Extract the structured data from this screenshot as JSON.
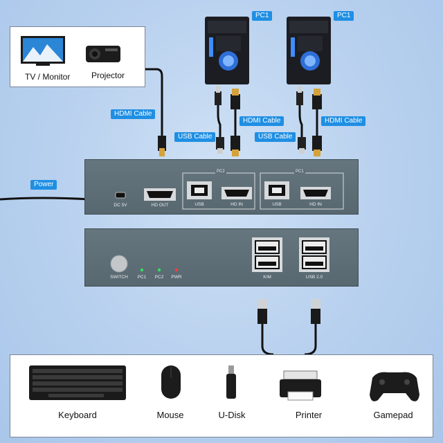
{
  "displays": [
    {
      "label": "TV / Monitor"
    },
    {
      "label": "Projector"
    }
  ],
  "computers": [
    {
      "tag": "PC1"
    },
    {
      "tag": "PC1"
    }
  ],
  "cable_tags": {
    "hdmi_left": "HDMI Cable",
    "hdmi_pc2": "HDMI Cable",
    "usb_pc2": "USB Cable",
    "hdmi_pc1": "HDMI Cable",
    "usb_pc1": "USB Cable",
    "power": "Power"
  },
  "rear_panel": {
    "dc": "DC 5V",
    "hd_out": "HD OUT",
    "pc2_group": "PC2",
    "pc1_group": "PC1",
    "pc2_usb": "USB",
    "pc2_hdin": "HD IN",
    "pc1_usb": "USB",
    "pc1_hdin": "HD IN"
  },
  "front_panel": {
    "switch": "SWITCH",
    "led_pc1": "PC1",
    "led_pc2": "PC2",
    "led_pwr": "PWR",
    "km": "K/M",
    "usb20": "USB 2.0"
  },
  "peripherals": [
    {
      "label": "Keyboard"
    },
    {
      "label": "Mouse"
    },
    {
      "label": "U-Disk"
    },
    {
      "label": "Printer"
    },
    {
      "label": "Gamepad"
    }
  ],
  "colors": {
    "tag_blue": "#1f8fe3",
    "led_green": "#33e05a",
    "led_red": "#ff3b3b",
    "pc_blue_glow": "#3f8dff"
  }
}
